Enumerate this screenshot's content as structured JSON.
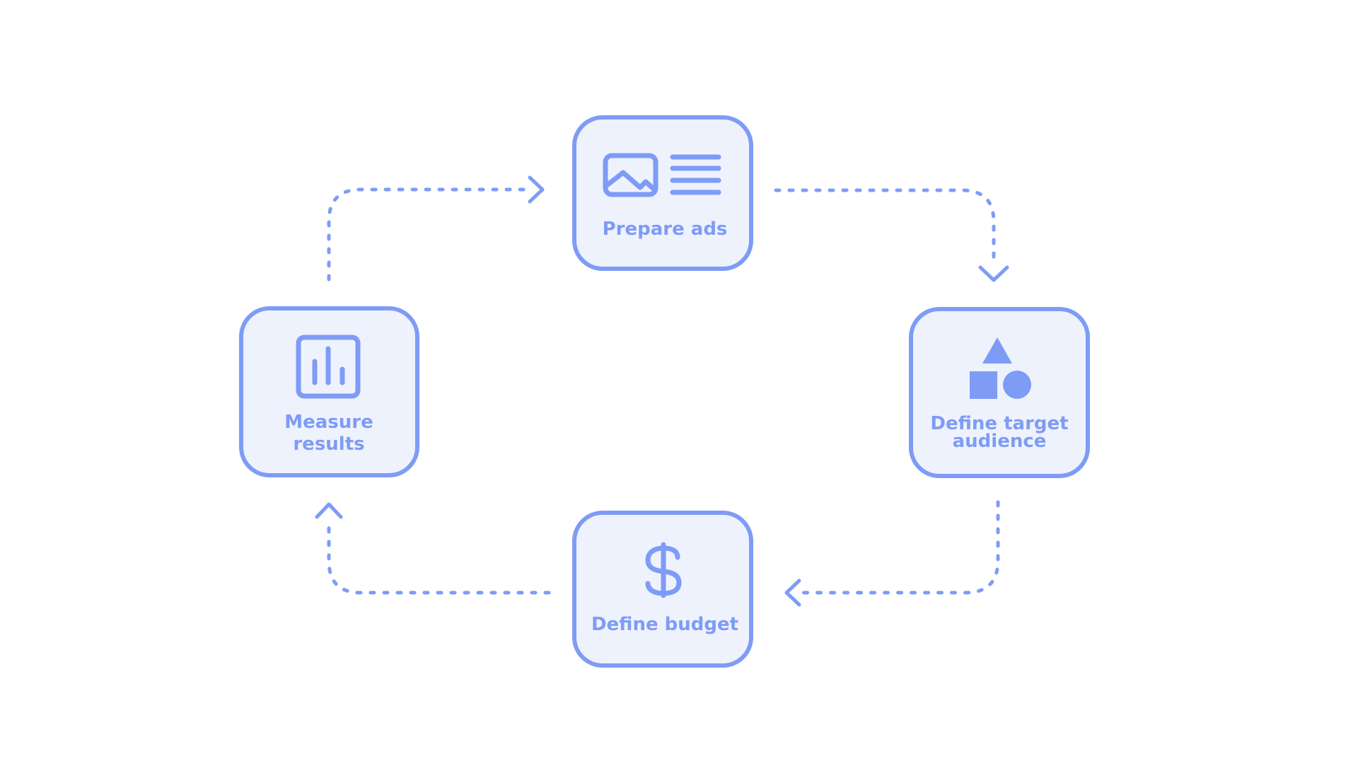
{
  "diagram": {
    "accent_color": "#7e9cf5",
    "box_fill_color": "#eef2fd",
    "background_color": "#ffffff",
    "nodes": {
      "prepare_ads": {
        "label": "Prepare ads",
        "icon": "image-and-text-icon"
      },
      "define_target_audience": {
        "label_line1": "Define target",
        "label_line2": "audience",
        "icon": "shapes-icon"
      },
      "define_budget": {
        "label": "Define budget",
        "icon": "dollar-icon"
      },
      "measure_results": {
        "label_line1": "Measure",
        "label_line2": "results",
        "icon": "bar-chart-icon"
      }
    },
    "flow": [
      "Prepare ads",
      "Define target audience",
      "Define budget",
      "Measure results",
      "Prepare ads"
    ]
  }
}
